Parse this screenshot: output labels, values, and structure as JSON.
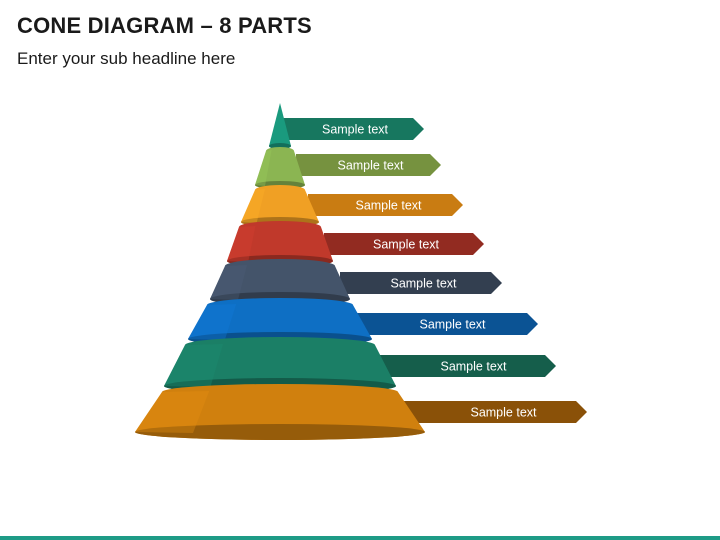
{
  "slide": {
    "title": "CONE DIAGRAM – 8 PARTS",
    "subtitle": "Enter your sub headline here"
  },
  "levels": [
    {
      "label": "Sample text",
      "color": "#1a9a7e",
      "arrow_color": "#17775f"
    },
    {
      "label": "Sample text",
      "color": "#8bb552",
      "arrow_color": "#76923f"
    },
    {
      "label": "Sample text",
      "color": "#f0a024",
      "arrow_color": "#c97c12"
    },
    {
      "label": "Sample text",
      "color": "#c0392b",
      "arrow_color": "#922b21"
    },
    {
      "label": "Sample text",
      "color": "#44546a",
      "arrow_color": "#333f50"
    },
    {
      "label": "Sample text",
      "color": "#0e6fc4",
      "arrow_color": "#0b5394"
    },
    {
      "label": "Sample text",
      "color": "#1b7f66",
      "arrow_color": "#155e4b"
    },
    {
      "label": "Sample text",
      "color": "#d0800e",
      "arrow_color": "#8a5108"
    }
  ],
  "accent_color": "#1e9b86"
}
